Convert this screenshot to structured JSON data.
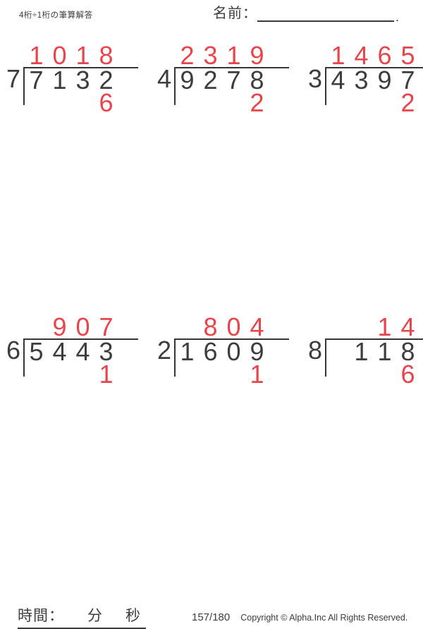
{
  "header": {
    "title": "4桁÷1桁の筆算解答",
    "name_label": "名前：",
    "name_period": "."
  },
  "problems": [
    {
      "divisor": "7",
      "dividend": [
        "7",
        "1",
        "3",
        "2"
      ],
      "quotient": [
        "1",
        "0",
        "1",
        "8"
      ],
      "remainder": [
        "",
        "",
        "",
        "6"
      ]
    },
    {
      "divisor": "4",
      "dividend": [
        "9",
        "2",
        "7",
        "8"
      ],
      "quotient": [
        "2",
        "3",
        "1",
        "9"
      ],
      "remainder": [
        "",
        "",
        "",
        "2"
      ]
    },
    {
      "divisor": "3",
      "dividend": [
        "4",
        "3",
        "9",
        "7"
      ],
      "quotient": [
        "1",
        "4",
        "6",
        "5"
      ],
      "remainder": [
        "",
        "",
        "",
        "2"
      ]
    },
    {
      "divisor": "6",
      "dividend": [
        "5",
        "4",
        "4",
        "3"
      ],
      "quotient": [
        "",
        "9",
        "0",
        "7"
      ],
      "remainder": [
        "",
        "",
        "",
        "1"
      ]
    },
    {
      "divisor": "2",
      "dividend": [
        "1",
        "6",
        "0",
        "9"
      ],
      "quotient": [
        "",
        "8",
        "0",
        "4"
      ],
      "remainder": [
        "",
        "",
        "",
        "1"
      ]
    },
    {
      "divisor": "8",
      "dividend": [
        "",
        "1",
        "1",
        "8"
      ],
      "quotient": [
        "",
        "",
        "1",
        "4"
      ],
      "remainder": [
        "",
        "",
        "",
        "6"
      ]
    }
  ],
  "footer": {
    "time_label": "時間：",
    "minutes_label": "分",
    "seconds_label": "秒",
    "page_number": "157/180",
    "copyright": "Copyright © Alpha.Inc All Rights Reserved."
  },
  "colors": {
    "answer_red": "#e8454a",
    "ink": "#3d3d3d"
  }
}
